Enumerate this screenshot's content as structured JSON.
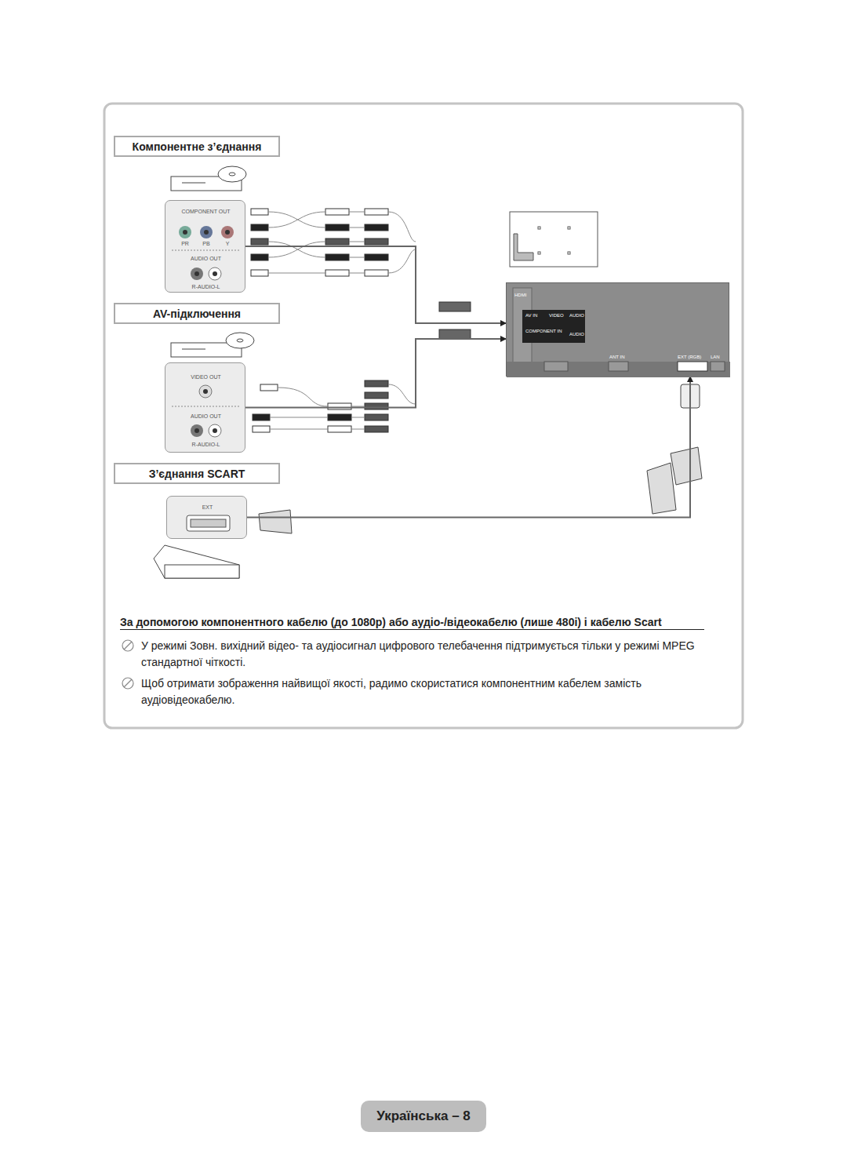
{
  "diagram": {
    "nodes": [
      {
        "text": [
          "Компонентне з’єднання"
        ]
      },
      {
        "text": [
          "COMPONENT OUT",
          "PR",
          "PB",
          "Y",
          "AUDIO OUT",
          "R-AUDIO-L"
        ]
      },
      {
        "text": [
          "AV-підключення"
        ]
      },
      {
        "text": [
          "VIDEO OUT",
          "AUDIO OUT",
          "R-AUDIO-L"
        ]
      },
      {
        "text": [
          "З’єднання SCART"
        ]
      },
      {
        "text": [
          "EXT"
        ]
      },
      {
        "text": [
          "HDMI",
          "AV IN",
          "VIDEO",
          "AUDIO",
          "COMPONENT IN",
          "AUDIO",
          "ANT IN",
          "EXT (RGB)",
          "LAN"
        ]
      },
      {
        "text": [
          "Українська – 8"
        ]
      }
    ],
    "edges": [
      {
        "from": 1,
        "to": 6,
        "arrow": "to"
      },
      {
        "from": 3,
        "to": 6,
        "arrow": "to"
      },
      {
        "from": 5,
        "to": 6,
        "arrow": "to"
      }
    ],
    "labels": [
      "За допомогою компонентного кабелю (до 1080p) або аудіо-/відеокабелю (лише 480i) і кабелю Scart",
      "У режимі Зовн. вихідний відео- та аудіосигнал цифрового телебачення підтримується тільки у режимі MPEG стандартної чіткості.",
      "Щоб отримати зображення найвищої якості, радимо скористатися компонентним кабелем замість аудіовідеокабелю."
    ]
  }
}
